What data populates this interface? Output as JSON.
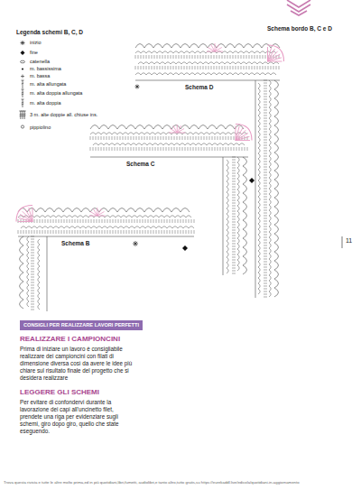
{
  "diagram": {
    "title": "Schema bordo B, C e D",
    "nodes": [
      {
        "text": [
          "CONSIGLI PER REALIZZARE LAVORI PERFETTI"
        ]
      }
    ],
    "labels": [
      "Legenda schemi B, C, D",
      "Schema D",
      "Schema C",
      "Schema B",
      "11",
      "REALIZZARE I CAMPIONCINI",
      "Prima di iniziare un lavoro è consigliabile realizzare dei campioncini con filati di dimensione diversa così da avere le idee più chiare sul risultato finale del progetto che si desidera realizzare",
      "LEGGERE GLI SCHEMI",
      "Per evitare di confondervi durante la lavorazione dei capi all'uncinetto filet, prendete una riga per evidenziare sugli schemi, giro dopo giro, quello che state eseguendo.",
      "Trova questa rivista e tutte le altre molto prima,ed in più quotidiani,libri,fumetti, audiolibri,e tanto altro,tutto gratis,su https://eurekaddl.live/edicola/quotidiani-in-aggiornamento"
    ],
    "legend": [
      {
        "text": "inizio"
      },
      {
        "text": "fine"
      },
      {
        "text": "catenella"
      },
      {
        "text": "m. bassissima"
      },
      {
        "text": "m. bassa"
      },
      {
        "text": "m. alta allungata"
      },
      {
        "text": "m. alta doppia allungata"
      },
      {
        "text": "m. alta doppia"
      },
      {
        "text": "3 m. alte doppie all. chiuse ins."
      },
      {
        "text": "pippiolino"
      }
    ]
  }
}
